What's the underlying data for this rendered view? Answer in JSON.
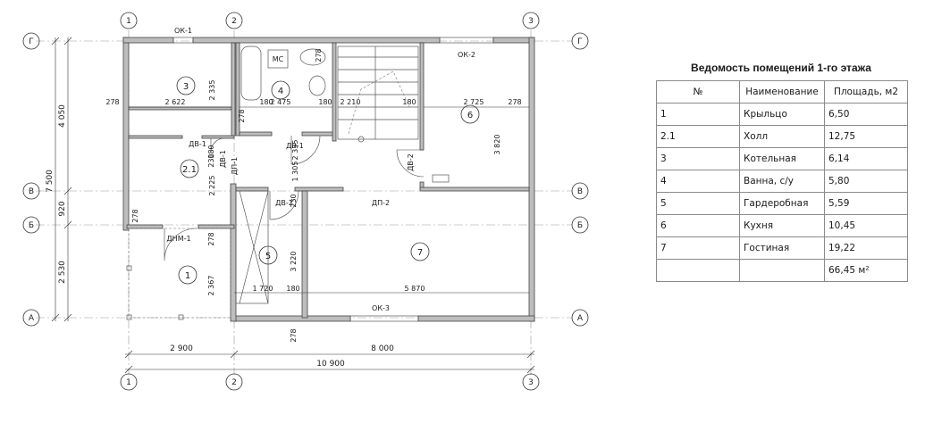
{
  "plan": {
    "col_axes": [
      "1",
      "2",
      "3"
    ],
    "row_axes": [
      "Г",
      "В",
      "Б",
      "А"
    ],
    "left_dims": [
      "4 050",
      "7 500",
      "920",
      "2 530"
    ],
    "bottom_dims": [
      "2 900",
      "8 000",
      "10 900"
    ],
    "wall_dims": [
      "278",
      "278",
      "278",
      "278",
      "278",
      "278",
      "278"
    ],
    "windows": [
      "ОК-1",
      "ОК-2",
      "ОК-3"
    ],
    "doors": [
      "ДВ-1",
      "ДВ-1",
      "ДВ-1",
      "ДВ-2",
      "ДВ-2",
      "ДП-1",
      "ДП-2",
      "ДНМ-1"
    ],
    "fixture": "МС",
    "inner_dims": [
      "2 622",
      "2 335",
      "2 475",
      "2 335",
      "2 210",
      "180",
      "180",
      "180",
      "2 725",
      "3 820",
      "180",
      "1 305",
      "230",
      "2 225",
      "230",
      "3 220",
      "2 367",
      "1 720",
      "180",
      "5 870"
    ],
    "rooms": [
      "1",
      "2.1",
      "3",
      "4",
      "5",
      "6",
      "7"
    ]
  },
  "schedule": {
    "title": "Ведомость помещений 1-го этажа",
    "headers": [
      "№",
      "Наименование",
      "Площадь, м2"
    ],
    "rows": [
      {
        "num": "1",
        "name": "Крыльцо",
        "area": "6,50"
      },
      {
        "num": "2.1",
        "name": "Холл",
        "area": "12,75"
      },
      {
        "num": "3",
        "name": "Котельная",
        "area": "6,14"
      },
      {
        "num": "4",
        "name": "Ванна, с/у",
        "area": "5,80"
      },
      {
        "num": "5",
        "name": "Гардеробная",
        "area": "5,59"
      },
      {
        "num": "6",
        "name": "Кухня",
        "area": "10,45"
      },
      {
        "num": "7",
        "name": "Гостиная",
        "area": "19,22"
      }
    ],
    "total": "66,45 м²"
  }
}
